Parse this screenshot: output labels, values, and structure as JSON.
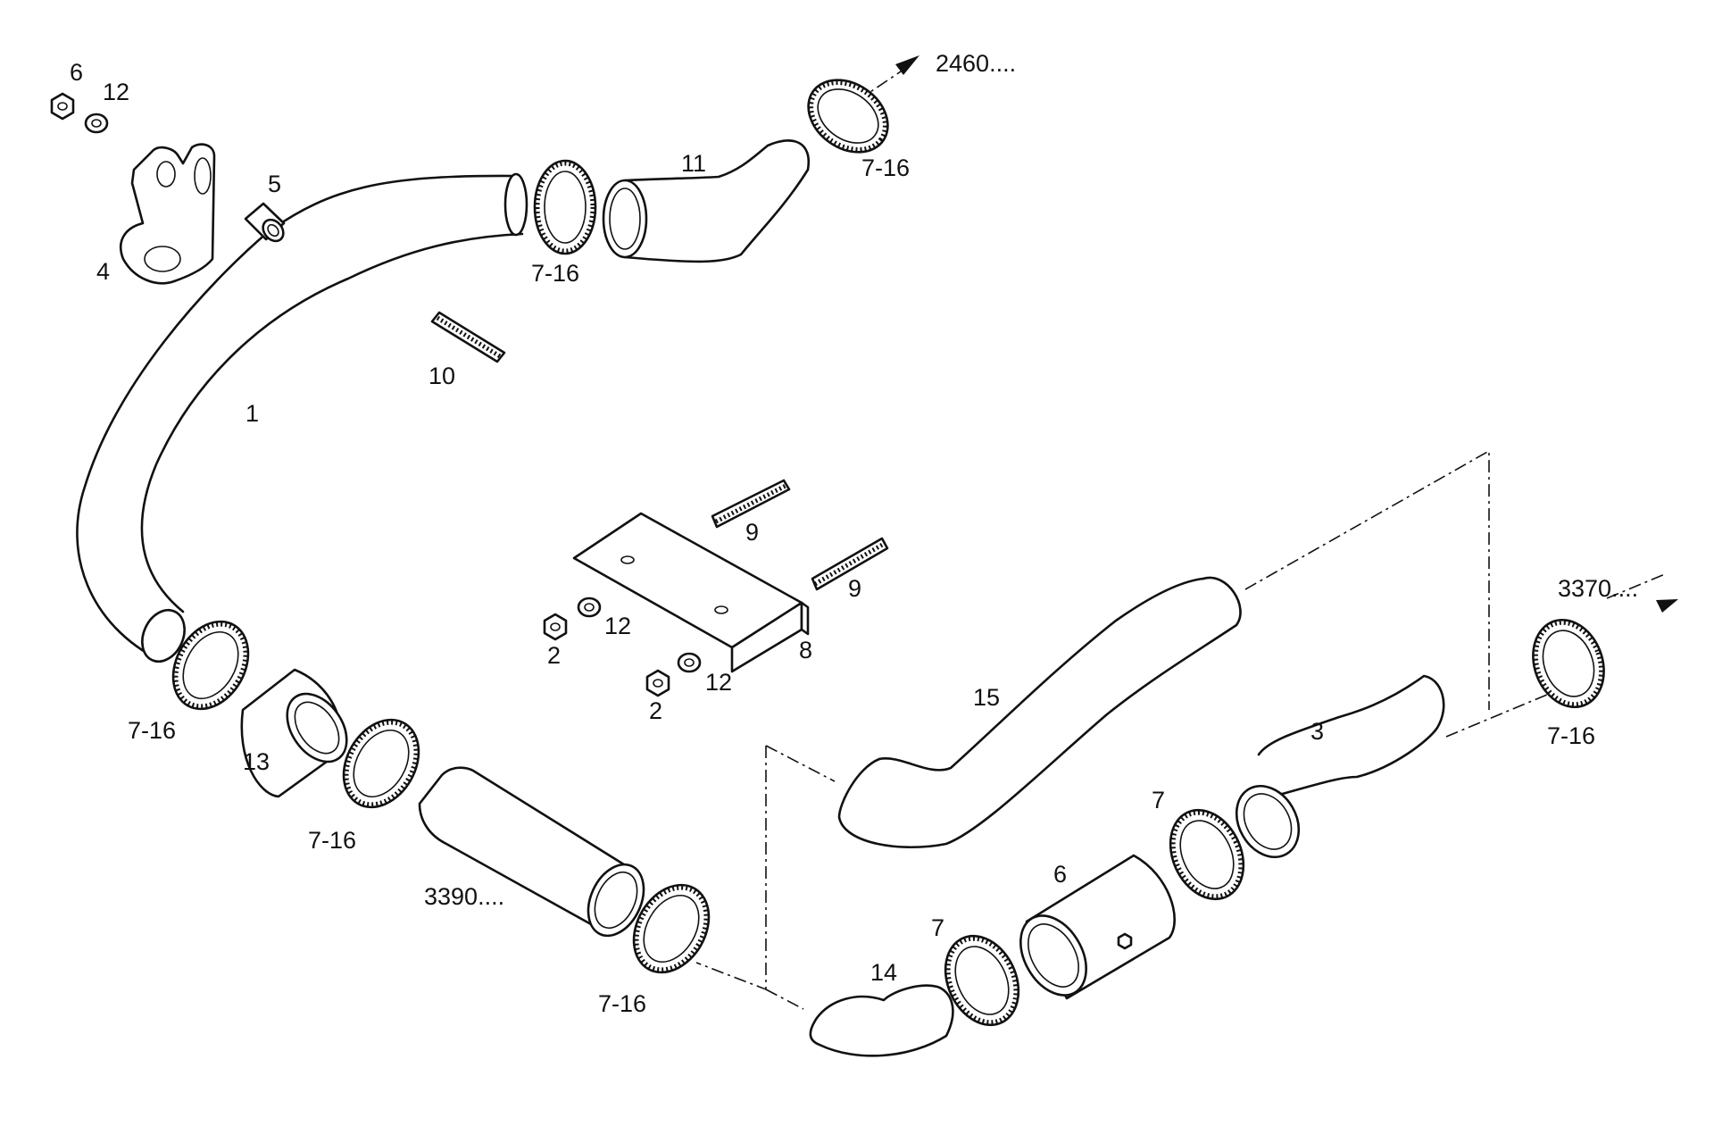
{
  "labels": {
    "l1": "1",
    "l2a": "2",
    "l2b": "2",
    "l3": "3",
    "l4": "4",
    "l5": "5",
    "l6a": "6",
    "l6b": "6",
    "l7a": "7",
    "l7b": "7",
    "l8": "8",
    "l9a": "9",
    "l9b": "9",
    "l10": "10",
    "l11": "11",
    "l12a": "12",
    "l12b": "12",
    "l12c": "12",
    "l13": "13",
    "l14": "14",
    "l15": "15",
    "c1": "7-16",
    "c2": "7-16",
    "c3": "7-16",
    "c4": "7-16",
    "c5": "7-16",
    "c6": "7-16",
    "ref2460": "2460....",
    "ref3370": "3370....",
    "ref3390": "3390...."
  },
  "icons": [
    "hose-icon",
    "clamp-icon",
    "nut-icon",
    "washer-icon",
    "stud-icon",
    "bracket-icon",
    "arrow-icon"
  ]
}
